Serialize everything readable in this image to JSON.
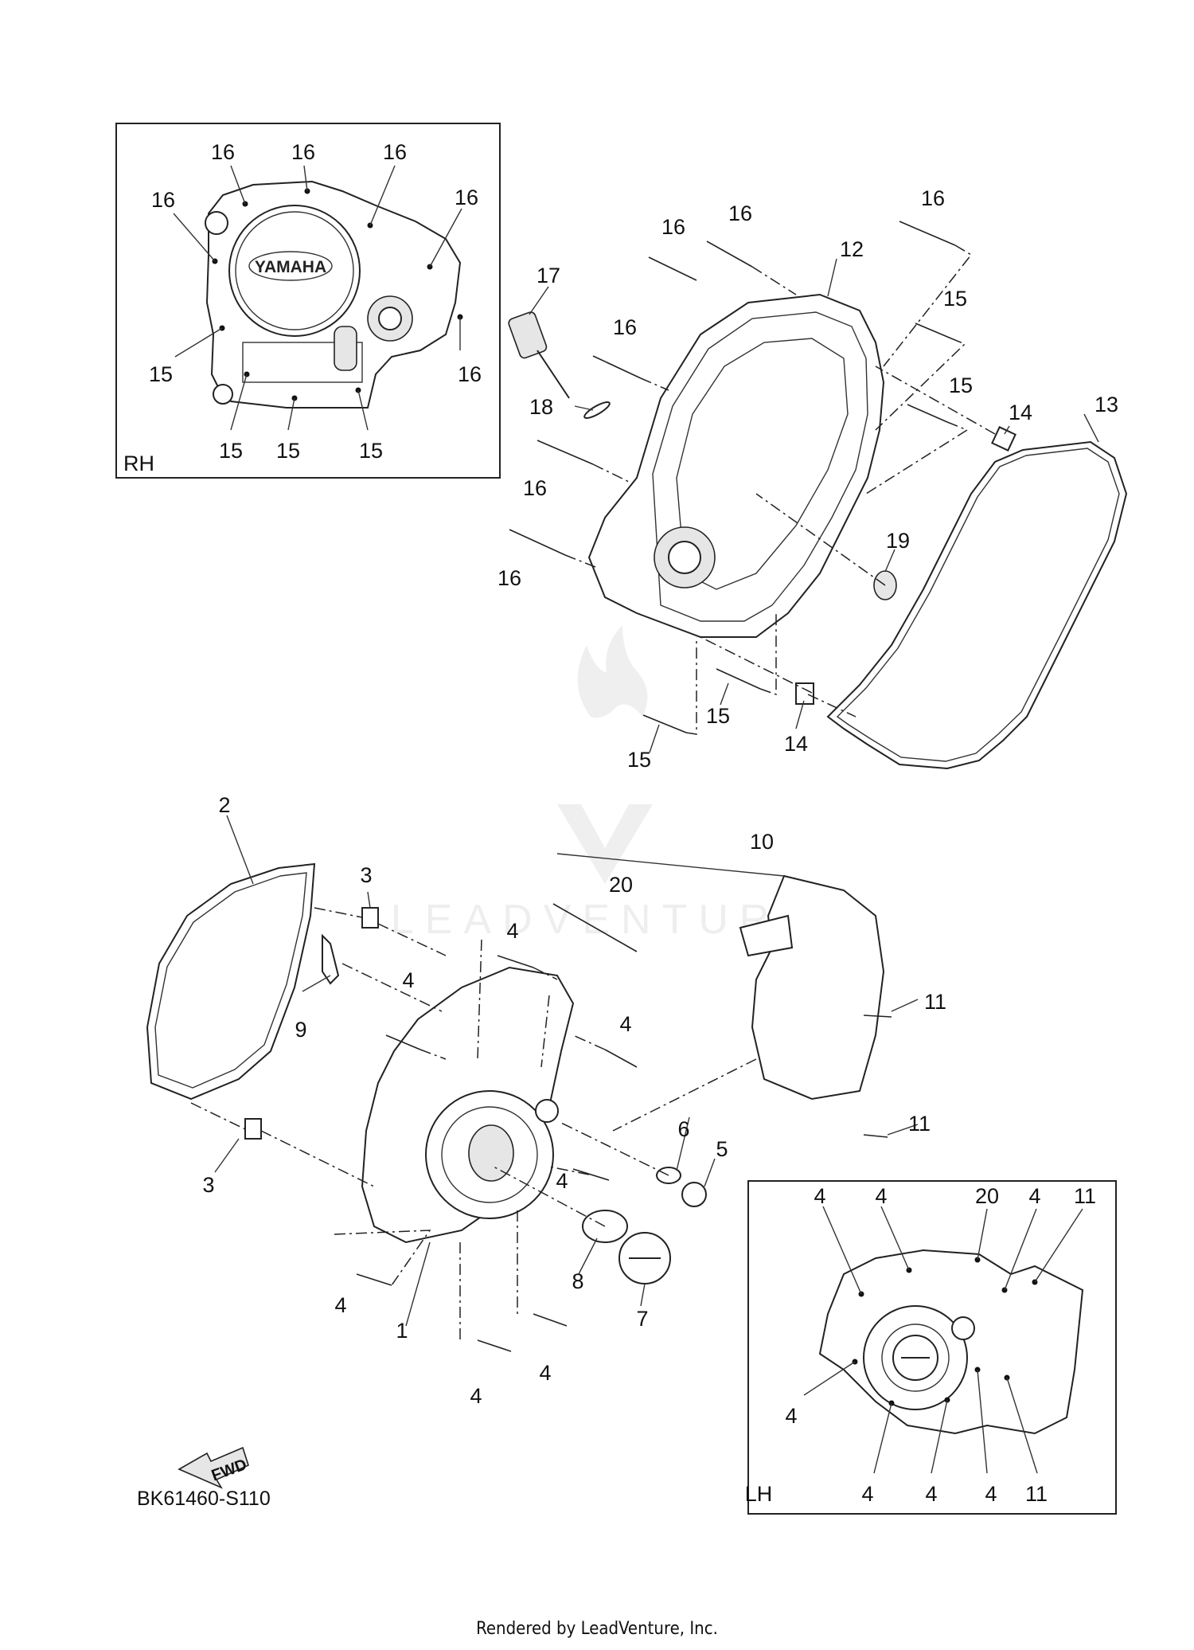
{
  "diagram": {
    "code": "BK61460-S110",
    "credit": "Rendered by LeadVenture, Inc.",
    "watermark": "LEADVENTURE",
    "fwd_label": "FWD",
    "inset_rh": {
      "label": "RH",
      "brand": "YAMAHA",
      "callouts": {
        "c1": "16",
        "c2": "16",
        "c3": "16",
        "c4": "16",
        "c5": "16",
        "c6": "16",
        "c7": "15",
        "c8": "15",
        "c9": "15",
        "c10": "15"
      }
    },
    "inset_lh": {
      "label": "LH",
      "callouts": {
        "c1": "4",
        "c2": "4",
        "c3": "20",
        "c4": "4",
        "c5": "11",
        "c6": "4",
        "c7": "4",
        "c8": "4",
        "c9": "4",
        "c10": "11"
      }
    },
    "parts": {
      "p1": "1",
      "p2": "2",
      "p3a": "3",
      "p3b": "3",
      "p4a": "4",
      "p4b": "4",
      "p4c": "4",
      "p4d": "4",
      "p4e": "4",
      "p4f": "4",
      "p4g": "4",
      "p5": "5",
      "p6": "6",
      "p7": "7",
      "p8": "8",
      "p9": "9",
      "p10": "10",
      "p11a": "11",
      "p11b": "11",
      "p12": "12",
      "p13": "13",
      "p14a": "14",
      "p14b": "14",
      "p15a": "15",
      "p15b": "15",
      "p15c": "15",
      "p15d": "15",
      "p16a": "16",
      "p16b": "16",
      "p16c": "16",
      "p16d": "16",
      "p16e": "16",
      "p16f": "16",
      "p17": "17",
      "p18": "18",
      "p19": "19",
      "p20": "20"
    }
  }
}
